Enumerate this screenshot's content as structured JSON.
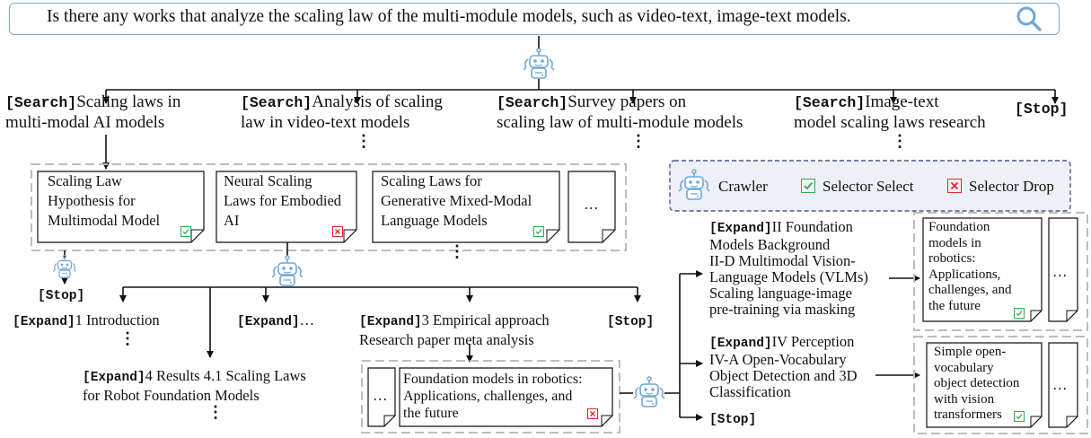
{
  "query": {
    "text": "Is there any works that analyze the scaling law of the multi-module models, such as video-text, image-text models.",
    "search_icon": "search-icon"
  },
  "tags": {
    "search": "[Search]",
    "expand": "[Expand]",
    "stop": "[Stop]"
  },
  "ellipsis": "…",
  "vdots": "⋮",
  "search_branches": [
    {
      "line1": "Scaling laws in",
      "line2": "multi-modal AI models"
    },
    {
      "line1": "Analysis of scaling",
      "line2": "law in video-text models"
    },
    {
      "line1": "Survey papers on",
      "line2": "scaling law of multi-module models"
    },
    {
      "line1": "Image-text",
      "line2": "model scaling laws research"
    }
  ],
  "papers_row1": [
    {
      "lines": [
        "Scaling Law",
        "Hypothesis for",
        "Multimodal Model"
      ],
      "status": "select"
    },
    {
      "lines": [
        "Neural Scaling",
        "Laws for Embodied",
        "AI"
      ],
      "status": "drop"
    },
    {
      "lines": [
        "Scaling Laws for",
        "Generative Mixed-Modal",
        "Language Models"
      ],
      "status": "select"
    }
  ],
  "legend": {
    "crawler": "Crawler",
    "select": "Selector Select",
    "drop": "Selector Drop"
  },
  "expand_level1": {
    "intro": "1 Introduction",
    "results_line1": "4 Results 4.1 Scaling Laws",
    "results_line2": "for Robot Foundation Models",
    "empirical_line1": "3 Empirical approach",
    "empirical_line2": "Research paper meta analysis"
  },
  "paper_mid": {
    "lines": [
      "Foundation models in robotics:",
      "Applications, challenges, and",
      "the future"
    ],
    "status": "drop"
  },
  "expand_level2": {
    "a_line1": "II Foundation",
    "a_rest": [
      "Models Background",
      "II-D Multimodal Vision-",
      "Language Models (VLMs)",
      "Scaling language-image",
      "pre-training via masking"
    ],
    "b_line1": "IV Perception",
    "b_rest": [
      "IV-A Open-Vocabulary",
      "Object Detection and 3D",
      "Classification"
    ]
  },
  "papers_right": [
    {
      "lines": [
        "Foundation",
        "models in",
        "robotics:",
        "Applications,",
        "challenges, and",
        "the future"
      ],
      "status": "select"
    },
    {
      "lines": [
        "Simple open-",
        "vocabulary",
        "object detection",
        "with vision",
        "transformers"
      ],
      "status": "select"
    }
  ],
  "colors": {
    "query_border": "#7fa8c9",
    "robot": "#6fa7d6",
    "select": "#2fb04a",
    "drop": "#e0282e",
    "dashed": "#bdbdbd",
    "legend_border": "#4a5a8a",
    "legend_bg": "#eef0f7"
  }
}
